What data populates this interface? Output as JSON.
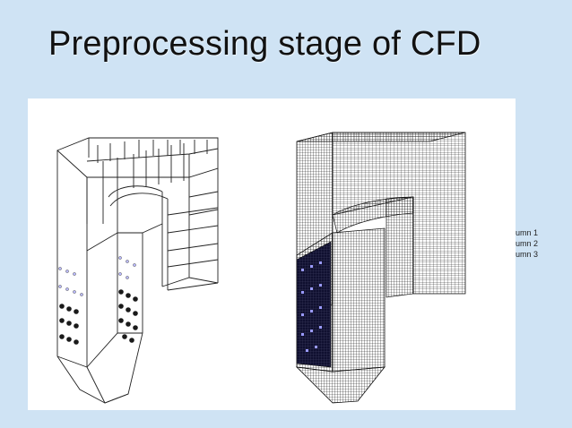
{
  "slide": {
    "title": "Preprocessing stage of CFD"
  },
  "legend": {
    "items": [
      "umn 1",
      "umn 2",
      "umn 3"
    ]
  },
  "colors": {
    "background": "#cfe3f4",
    "figure_bg": "#ffffff",
    "mesh": "#111111",
    "injector_light": "#b8b8ff",
    "injector_dark": "#1a1a1a"
  }
}
